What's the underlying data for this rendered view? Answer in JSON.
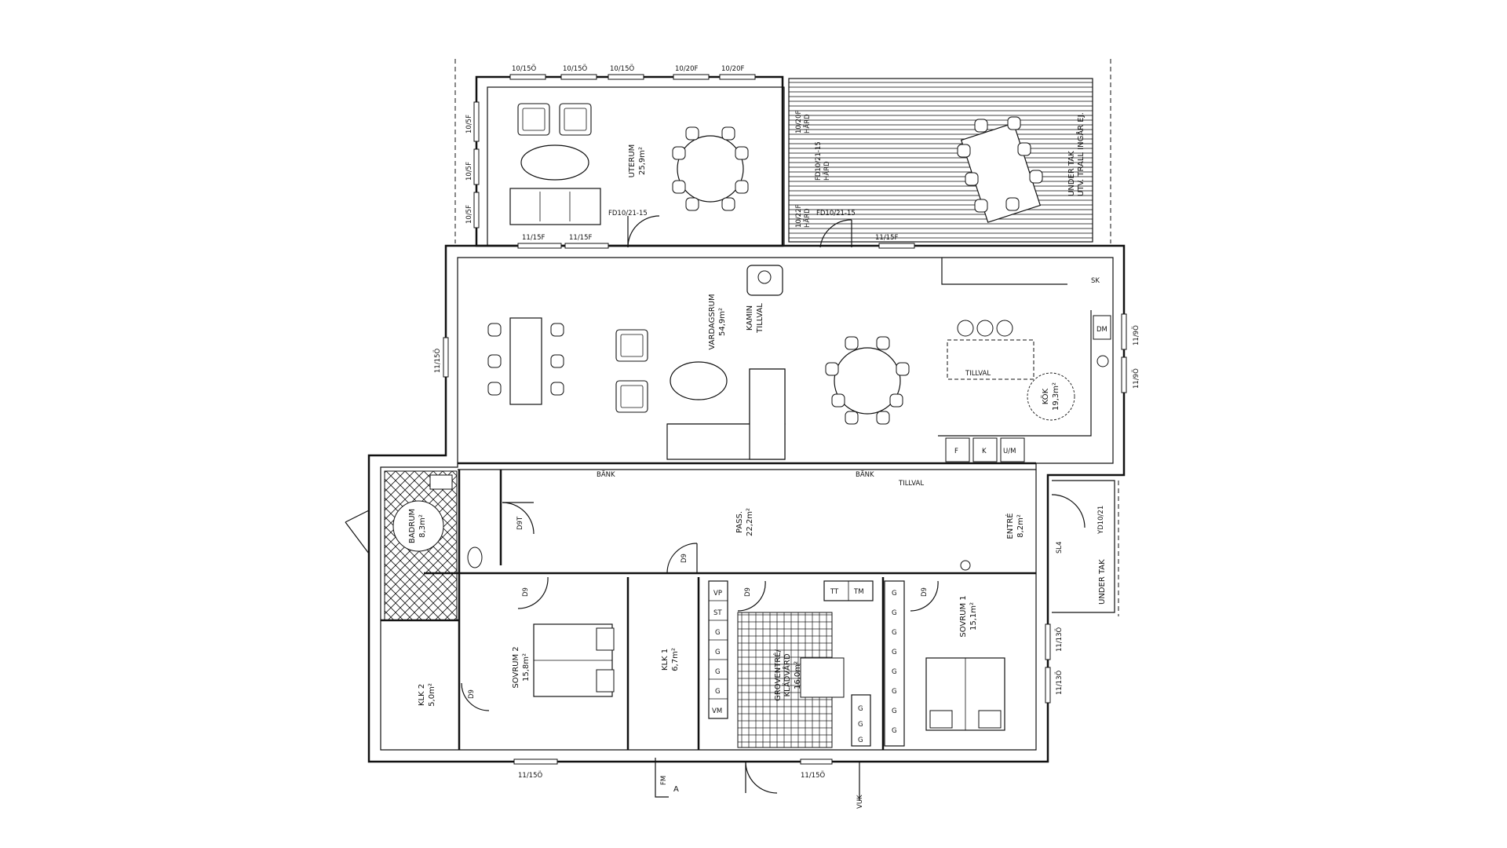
{
  "rooms": {
    "uterum": {
      "name": "UTERUM",
      "area": "25,9m²"
    },
    "vardagsrum": {
      "name": "VARDAGSRUM",
      "area": "54,9m²"
    },
    "kok": {
      "name": "KÖK",
      "area": "19,3m²"
    },
    "pass": {
      "name": "PASS.",
      "area": "22,2m²"
    },
    "entre": {
      "name": "ENTRÉ",
      "area": "8,2m²"
    },
    "badrum": {
      "name": "BADRUM",
      "area": "8,3m²"
    },
    "sovrum1": {
      "name": "SOVRUM 1",
      "area": "15,1m²"
    },
    "sovrum2": {
      "name": "SOVRUM 2",
      "area": "15,8m²"
    },
    "klk1": {
      "name": "KLK 1",
      "area": "6,7m²"
    },
    "klk2": {
      "name": "KLK 2",
      "area": "5,0m²"
    },
    "groventre": {
      "name1": "GROVENTRÉ/",
      "name2": "KLÄDVÅRD",
      "area": "16,0m²"
    }
  },
  "labels": {
    "kamin": "KAMIN",
    "tillval": "TILLVAL",
    "trall_1": "UNDER TAK",
    "trall_2": "UTV. TRALL INGÅR EJ.",
    "under_tak": "UNDER TAK",
    "sk": "SK",
    "dm": "DM",
    "f": "F",
    "k": "K",
    "um": "U/M",
    "bank": "BÄNK",
    "sl4": "SL4",
    "vuk": "VUK",
    "fm": "FM",
    "section_a": "A",
    "tillval_kok": "TILLVAL",
    "tillval_entre": "TILLVAL"
  },
  "closets": {
    "groventre_col1": [
      "VP",
      "ST",
      "G",
      "G",
      "G",
      "G",
      "VM"
    ],
    "groventre_top": [
      "TT",
      "TM"
    ],
    "sovrum1_col": [
      "G",
      "G",
      "G",
      "G",
      "G",
      "G",
      "G",
      "G"
    ],
    "groventre_right": [
      "G",
      "G",
      "G"
    ]
  },
  "windows": {
    "uterum_top": [
      "10/15Ö",
      "10/15Ö",
      "10/15Ö",
      "10/20F",
      "10/20F"
    ],
    "uterum_left": [
      "10/5F",
      "10/5F",
      "10/5F"
    ],
    "uterum_bottom": [
      "11/15F",
      "11/15F"
    ],
    "uterum_door": "FD10/21-15",
    "trall_door": "FD10/21-15",
    "trall_bottom": "11/15F",
    "trall_left_1": "10/22F",
    "trall_left_2": "HÄRD",
    "trall_left_3": "FD10/21-15",
    "trall_left_4": "HÄRD",
    "trall_left_5": "10/20F",
    "trall_left_6": "HÄRD",
    "vardag_left": "11/15Ö",
    "kok_right_1": "11/9Ö",
    "kok_right_2": "11/9Ö",
    "sovrum1_right_1": "11/13Ö",
    "sovrum1_right_2": "11/13Ö",
    "sovrum2_bottom": "11/15Ö",
    "bottom_mid": "11/15Ö",
    "entre_door": "YD10/21",
    "d9": "D9",
    "d9t": "D9T"
  }
}
